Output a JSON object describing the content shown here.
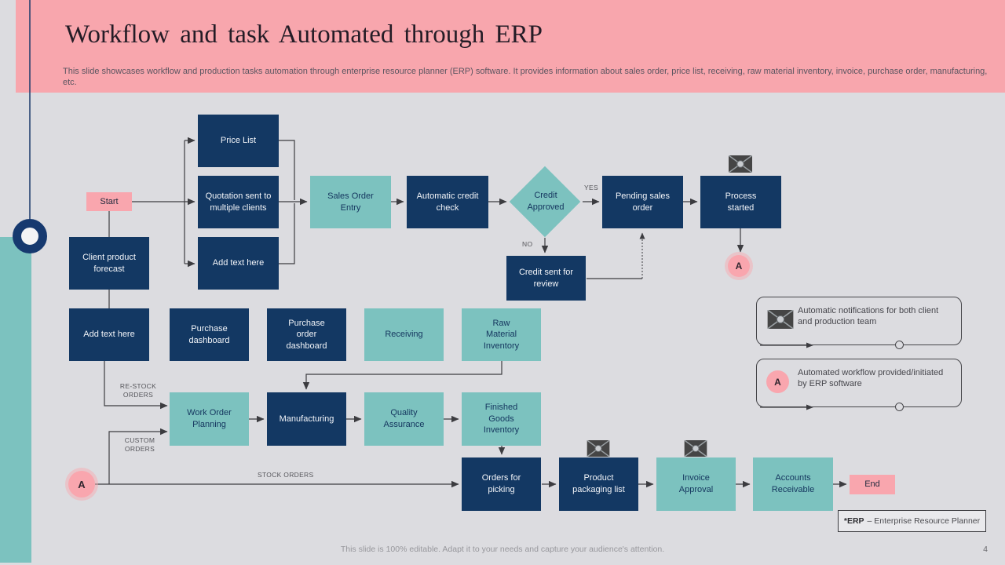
{
  "slide": {
    "title": "Workflow and task Automated through ERP",
    "description": "This slide showcases workflow and production tasks automation through enterprise resource planner (ERP) software. It provides information about sales order, price list, receiving, raw material inventory, invoice, purchase order, manufacturing, etc.",
    "footer": "This slide is 100% editable. Adapt it to your needs and capture your audience's attention.",
    "page_number": "4"
  },
  "nodes": {
    "start": "Start",
    "price_list": "Price List",
    "quotation": "Quotation sent to multiple clients",
    "add_text_top": "Add text here",
    "client_forecast": "Client product forecast",
    "sales_order_entry": "Sales Order Entry",
    "automatic_credit_check": "Automatic credit check",
    "credit_approved": "Credit Approved",
    "pending_sales_order": "Pending sales order",
    "process_started": "Process started",
    "credit_sent_for_review": "Credit sent for review",
    "add_text_mid": "Add text here",
    "purchase_dashboard": "Purchase dashboard",
    "purchase_order_dashboard": "Purchase order dashboard",
    "receiving": "Receiving",
    "raw_material_inventory": "Raw Material Inventory",
    "work_order_planning": "Work Order Planning",
    "manufacturing": "Manufacturing",
    "quality_assurance": "Quality Assurance",
    "finished_goods_inventory": "Finished Goods Inventory",
    "orders_for_picking": "Orders for picking",
    "product_packaging_list": "Product packaging list",
    "invoice_approval": "Invoice Approval",
    "accounts_receivable": "Accounts Receivable",
    "end": "End",
    "connector_a": "A"
  },
  "edge_labels": {
    "yes": "YES",
    "no": "NO",
    "restock_orders": "RE-STOCK ORDERS",
    "custom_orders": "CUSTOM ORDERS",
    "stock_orders": "STOCK ORDERS"
  },
  "legend": {
    "notification": "Automatic notifications for both client and production team",
    "automated": "Automated workflow provided/initiated by ERP software",
    "a_badge": "A"
  },
  "footnote": {
    "term": "*ERP",
    "definition": "– Enterprise Resource Planner"
  },
  "colors": {
    "navy": "#133863",
    "teal": "#7cc2bf",
    "pink": "#f9a6ae",
    "background": "#dcdce0"
  }
}
